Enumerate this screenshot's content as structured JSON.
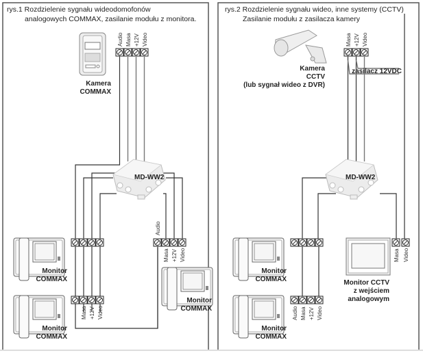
{
  "panels": [
    {
      "id": "rys1",
      "title_line1": "rys.1 Rozdzielenie sygnału wideodomofonów",
      "title_line2": "analogowych COMMAX, zasilanie modułu z monitora.",
      "camera": {
        "label_line1": "Kamera",
        "label_line2": "COMMAX",
        "icon": "door-station-icon"
      },
      "camera_terminals": [
        "Audio",
        "Masa",
        "+12V",
        "Video"
      ],
      "splitter": {
        "label": "MD-WW2",
        "icon": "junction-box-icon"
      },
      "monitors": [
        {
          "label_line1": "Monitor",
          "label_line2": "COMMAX",
          "icon": "intercom-monitor-icon",
          "terminals": [
            "",
            "",
            "",
            ""
          ]
        },
        {
          "label_line1": "Monitor",
          "label_line2": "COMMAX",
          "icon": "intercom-monitor-icon",
          "terminals": [
            "Masa",
            "+12V",
            "Video"
          ]
        },
        {
          "label_line1": "Monitor",
          "label_line2": "COMMAX",
          "icon": "intercom-monitor-icon",
          "terminals": [
            "Audio",
            "Masa",
            "+12V",
            "Video"
          ]
        }
      ]
    },
    {
      "id": "rys2",
      "title_line1": "rys.2 Rozdzielenie sygnału wideo, inne systemy (CCTV)",
      "title_line2": "Zasilanie modułu z zasilacza kamery",
      "camera": {
        "label_line1": "Kamera",
        "label_line2": "CCTV",
        "label_line3": "(lub sygnał wideo z DVR)",
        "icon": "cctv-camera-icon"
      },
      "camera_terminals": [
        "Masa",
        "+12V",
        "Video"
      ],
      "power_supply_label": "zasilacz 12VDC",
      "splitter": {
        "label": "MD-WW2",
        "icon": "junction-box-icon"
      },
      "monitors": [
        {
          "label_line1": "Monitor",
          "label_line2": "COMMAX",
          "icon": "intercom-monitor-icon"
        },
        {
          "label_line1": "Monitor",
          "label_line2": "COMMAX",
          "icon": "intercom-monitor-icon",
          "terminals": [
            "Audio",
            "Masa",
            "+12V",
            "Video"
          ]
        },
        {
          "label_line1": "Monitor CCTV",
          "label_line2": "z wejściem",
          "label_line3": "analogowym",
          "icon": "cctv-monitor-icon",
          "terminals": [
            "Masa",
            "Video"
          ]
        }
      ]
    }
  ]
}
